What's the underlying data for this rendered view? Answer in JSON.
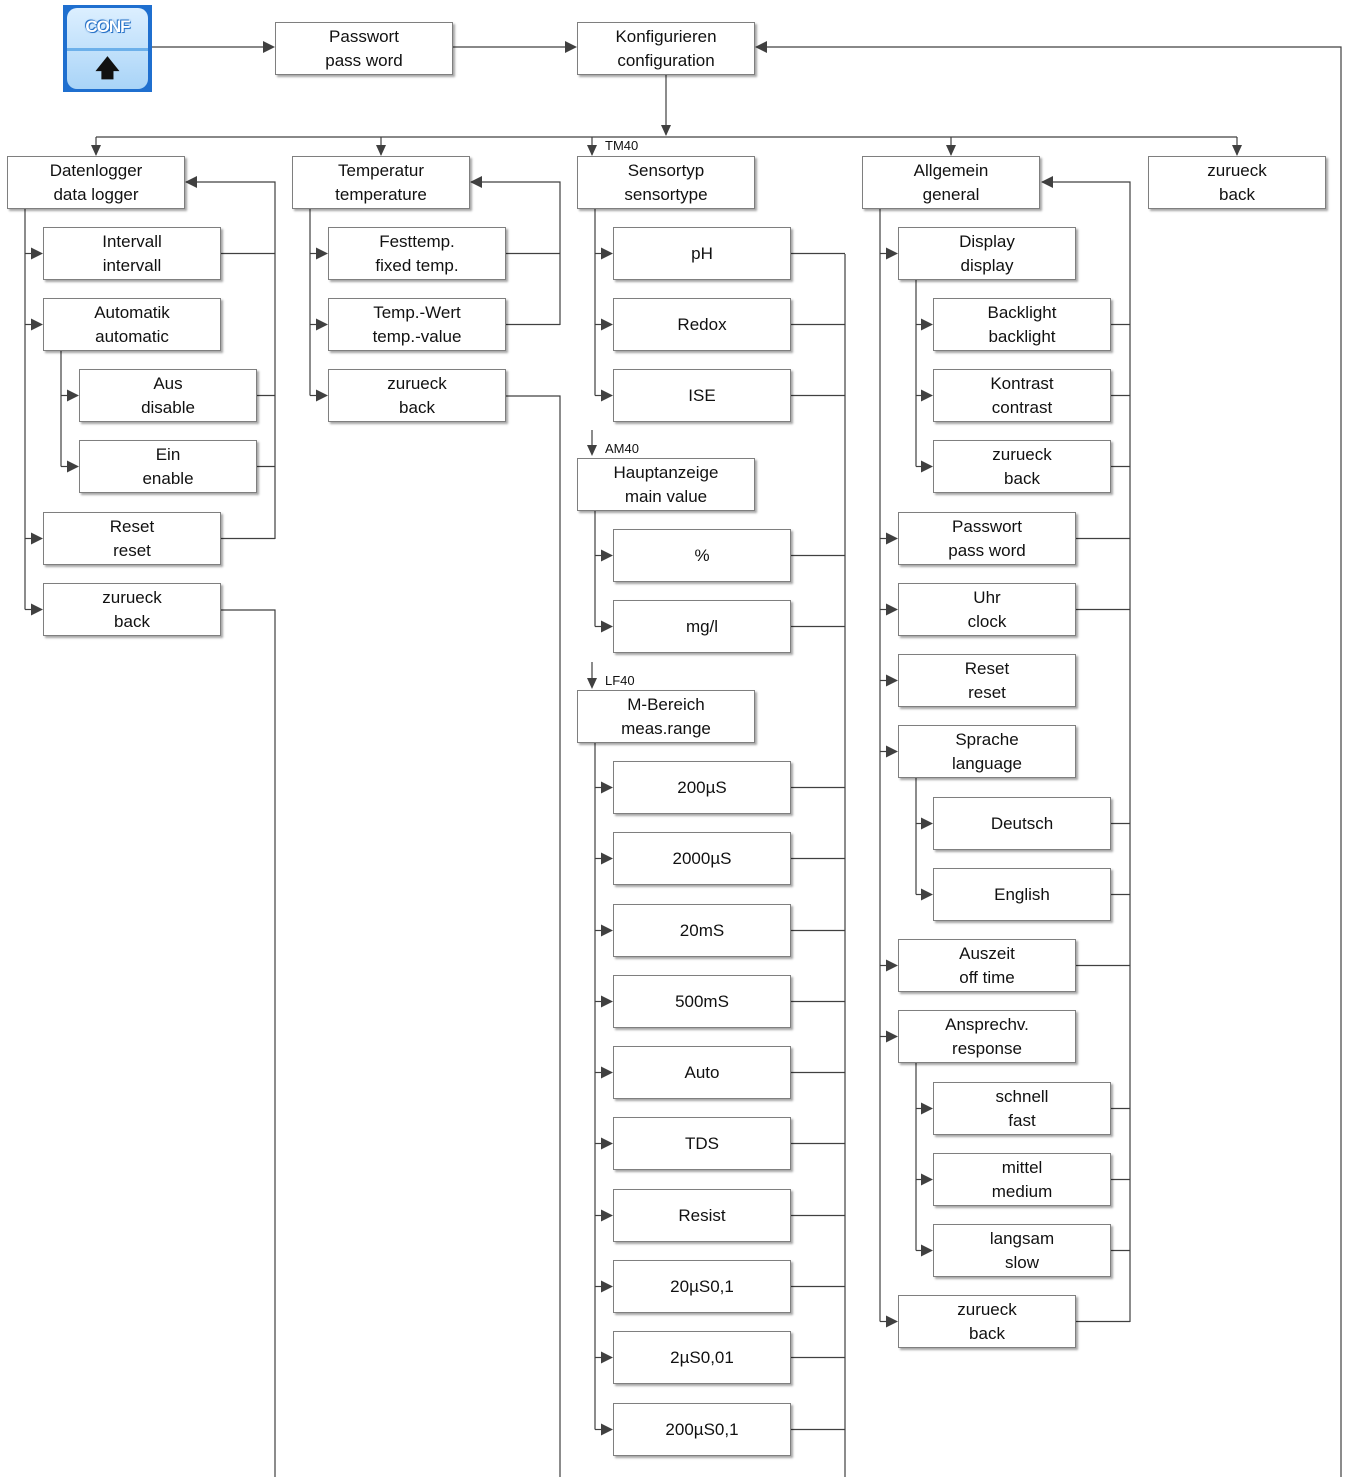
{
  "conf_key": {
    "label": "CONF",
    "arrow_icon": "up-arrow-icon"
  },
  "nodes": {
    "passwort": [
      "Passwort",
      "pass word"
    ],
    "konfig": [
      "Konfigurieren",
      "configuration"
    ],
    "datenlogger": [
      "Datenlogger",
      "data logger"
    ],
    "temperatur": [
      "Temperatur",
      "temperature"
    ],
    "sensortyp": [
      "Sensortyp",
      "sensortype"
    ],
    "allgemein": [
      "Allgemein",
      "general"
    ],
    "back_top": [
      "zurueck",
      "back"
    ],
    "dl_intervall": [
      "Intervall",
      "intervall"
    ],
    "dl_automatik": [
      "Automatik",
      "automatic"
    ],
    "dl_aus": [
      "Aus",
      "disable"
    ],
    "dl_ein": [
      "Ein",
      "enable"
    ],
    "dl_reset": [
      "Reset",
      "reset"
    ],
    "dl_back": [
      "zurueck",
      "back"
    ],
    "t_fest": [
      "Festtemp.",
      "fixed temp."
    ],
    "t_wert": [
      "Temp.-Wert",
      "temp.-value"
    ],
    "t_back": [
      "zurueck",
      "back"
    ],
    "s_ph": [
      "pH"
    ],
    "s_redox": [
      "Redox"
    ],
    "s_ise": [
      "ISE"
    ],
    "hauptanzeige": [
      "Hauptanzeige",
      "main value"
    ],
    "h_pct": [
      "%"
    ],
    "h_mgl": [
      "mg/l"
    ],
    "mbereich": [
      "M-Bereich",
      "meas.range"
    ],
    "m_200us": [
      "200µS"
    ],
    "m_2000us": [
      "2000µS"
    ],
    "m_20ms": [
      "20mS"
    ],
    "m_500ms": [
      "500mS"
    ],
    "m_auto": [
      "Auto"
    ],
    "m_tds": [
      "TDS"
    ],
    "m_resist": [
      "Resist"
    ],
    "m_20us01": [
      "20µS0,1"
    ],
    "m_2us001": [
      "2µS0,01"
    ],
    "m_200us01": [
      "200µS0,1"
    ],
    "g_display": [
      "Display",
      "display"
    ],
    "g_backlight": [
      "Backlight",
      "backlight"
    ],
    "g_kontrast": [
      "Kontrast",
      "contrast"
    ],
    "g_disp_back": [
      "zurueck",
      "back"
    ],
    "g_passwort": [
      "Passwort",
      "pass word"
    ],
    "g_uhr": [
      "Uhr",
      "clock"
    ],
    "g_reset": [
      "Reset",
      "reset"
    ],
    "g_sprache": [
      "Sprache",
      "language"
    ],
    "g_deutsch": [
      "Deutsch"
    ],
    "g_english": [
      "English"
    ],
    "g_auszeit": [
      "Auszeit",
      "off time"
    ],
    "g_ansprech": [
      "Ansprechv.",
      "response"
    ],
    "g_schnell": [
      "schnell",
      "fast"
    ],
    "g_mittel": [
      "mittel",
      "medium"
    ],
    "g_langsam": [
      "langsam",
      "slow"
    ],
    "g_back": [
      "zurueck",
      "back"
    ]
  },
  "group_labels": {
    "tm40": "TM40",
    "am40": "AM40",
    "lf40": "LF40"
  },
  "colors": {
    "line": "#404040",
    "box_border": "#7f7f7f",
    "conf_blue": "#1f6fcf"
  }
}
